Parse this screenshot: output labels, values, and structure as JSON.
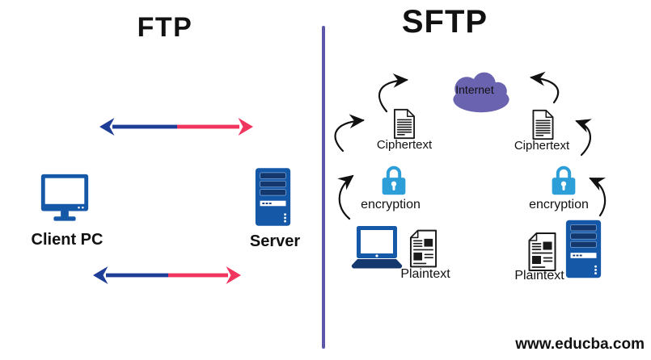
{
  "ftp": {
    "title": "FTP",
    "client_label": "Client PC",
    "server_label": "Server"
  },
  "sftp": {
    "title": "SFTP",
    "internet_label": "Internet",
    "ciphertext_left": "Ciphertext",
    "ciphertext_right": "Ciphertext",
    "encryption_left": "encryption",
    "encryption_right": "encryption",
    "plaintext_left": "Plaintext",
    "plaintext_right": "Plaintext"
  },
  "watermark": "www.educba.com",
  "colors": {
    "arrow_blue": "#1e3d96",
    "arrow_red": "#f0355e",
    "icon_blue": "#1558a8",
    "icon_navy": "#14386e",
    "lock_blue": "#2d9fd8",
    "cloud_purple": "#6a63b0",
    "divider_purple": "#5c57a6",
    "outline_black": "#1a1a1a"
  }
}
